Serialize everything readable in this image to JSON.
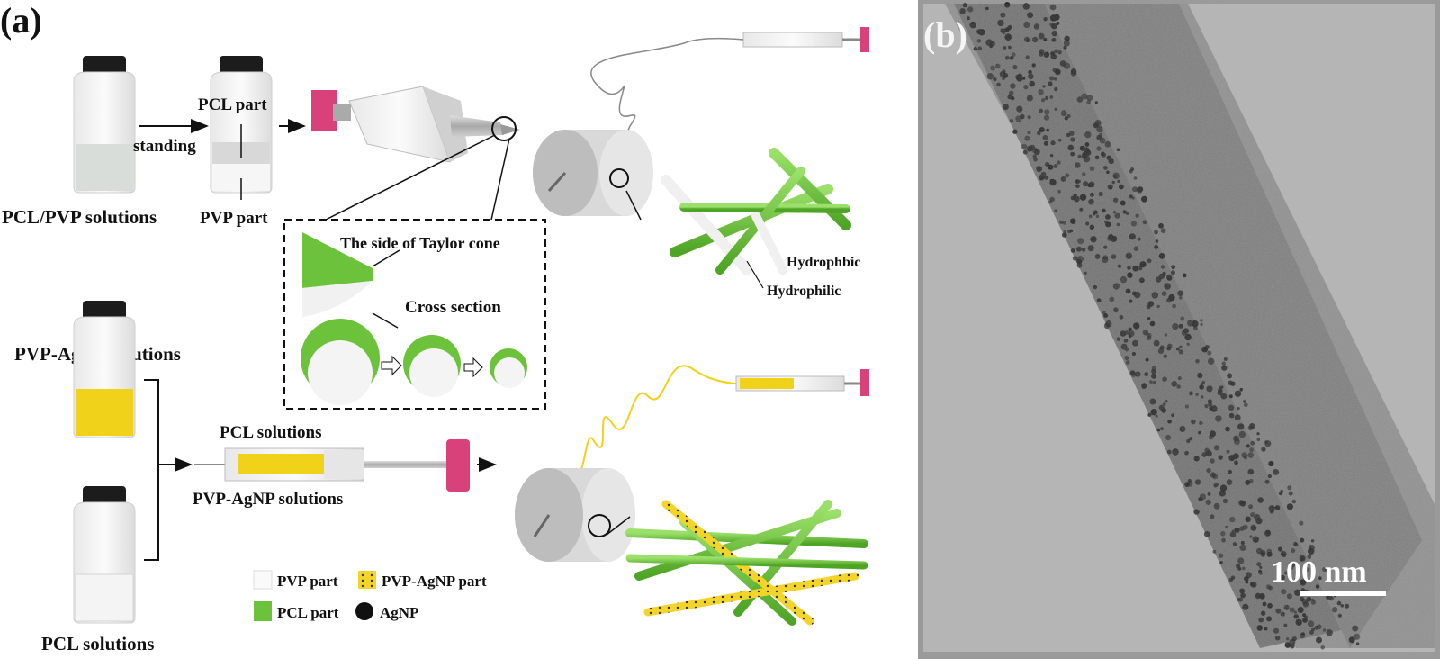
{
  "panel_a": {
    "panel_label": "(a)",
    "labels": {
      "pcl_pvp_solutions": "PCL/PVP solutions",
      "standing": "standing",
      "pcl_part": "PCL part",
      "pvp_part": "PVP part",
      "taylor_cone_side": "The side of Taylor cone",
      "cross_section": "Cross section",
      "hydrophobic": "Hydrophbic",
      "hydrophilic": "Hydrophilic",
      "pvp_agnp_solutions_top": "PVP-AgNP solutions",
      "pcl_solutions_top": "PCL solutions",
      "pvp_agnp_solutions_mid": "PVP-AgNP solutions",
      "pcl_solutions_bottom": "PCL solutions"
    },
    "legend": {
      "pvp_part": "PVP part",
      "pvp_agnp_part": "PVP-AgNP part",
      "pcl_part": "PCL part",
      "agnp": "AgNP"
    },
    "colors": {
      "pcl_green": "#6cc23a",
      "pvp_white": "#f4f4f4",
      "agnp_yellow": "#f0d21a",
      "pump_pink": "#d9417a",
      "collector_gray": "#bdbdbd",
      "cap_black": "#1c1c1c"
    }
  },
  "panel_b": {
    "panel_label": "(b)",
    "scale_bar_label": "100 nm"
  }
}
